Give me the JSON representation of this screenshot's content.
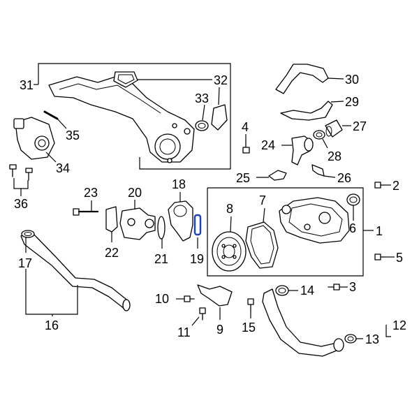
{
  "highlight_color": "#1a3fb8",
  "callouts": {
    "c1": "1",
    "c2": "2",
    "c3": "3",
    "c4": "4",
    "c5": "5",
    "c6": "6",
    "c7": "7",
    "c8": "8",
    "c9": "9",
    "c10": "10",
    "c11": "11",
    "c12": "12",
    "c13": "13",
    "c14": "14",
    "c15": "15",
    "c16": "16",
    "c17": "17",
    "c18": "18",
    "c19": "19",
    "c20": "20",
    "c21": "21",
    "c22": "22",
    "c23": "23",
    "c24": "24",
    "c25": "25",
    "c26": "26",
    "c27": "27",
    "c28": "28",
    "c29": "29",
    "c30": "30",
    "c31": "31",
    "c32": "32",
    "c33": "33",
    "c34": "34",
    "c35": "35",
    "c36": "36"
  },
  "highlighted_part": "19"
}
